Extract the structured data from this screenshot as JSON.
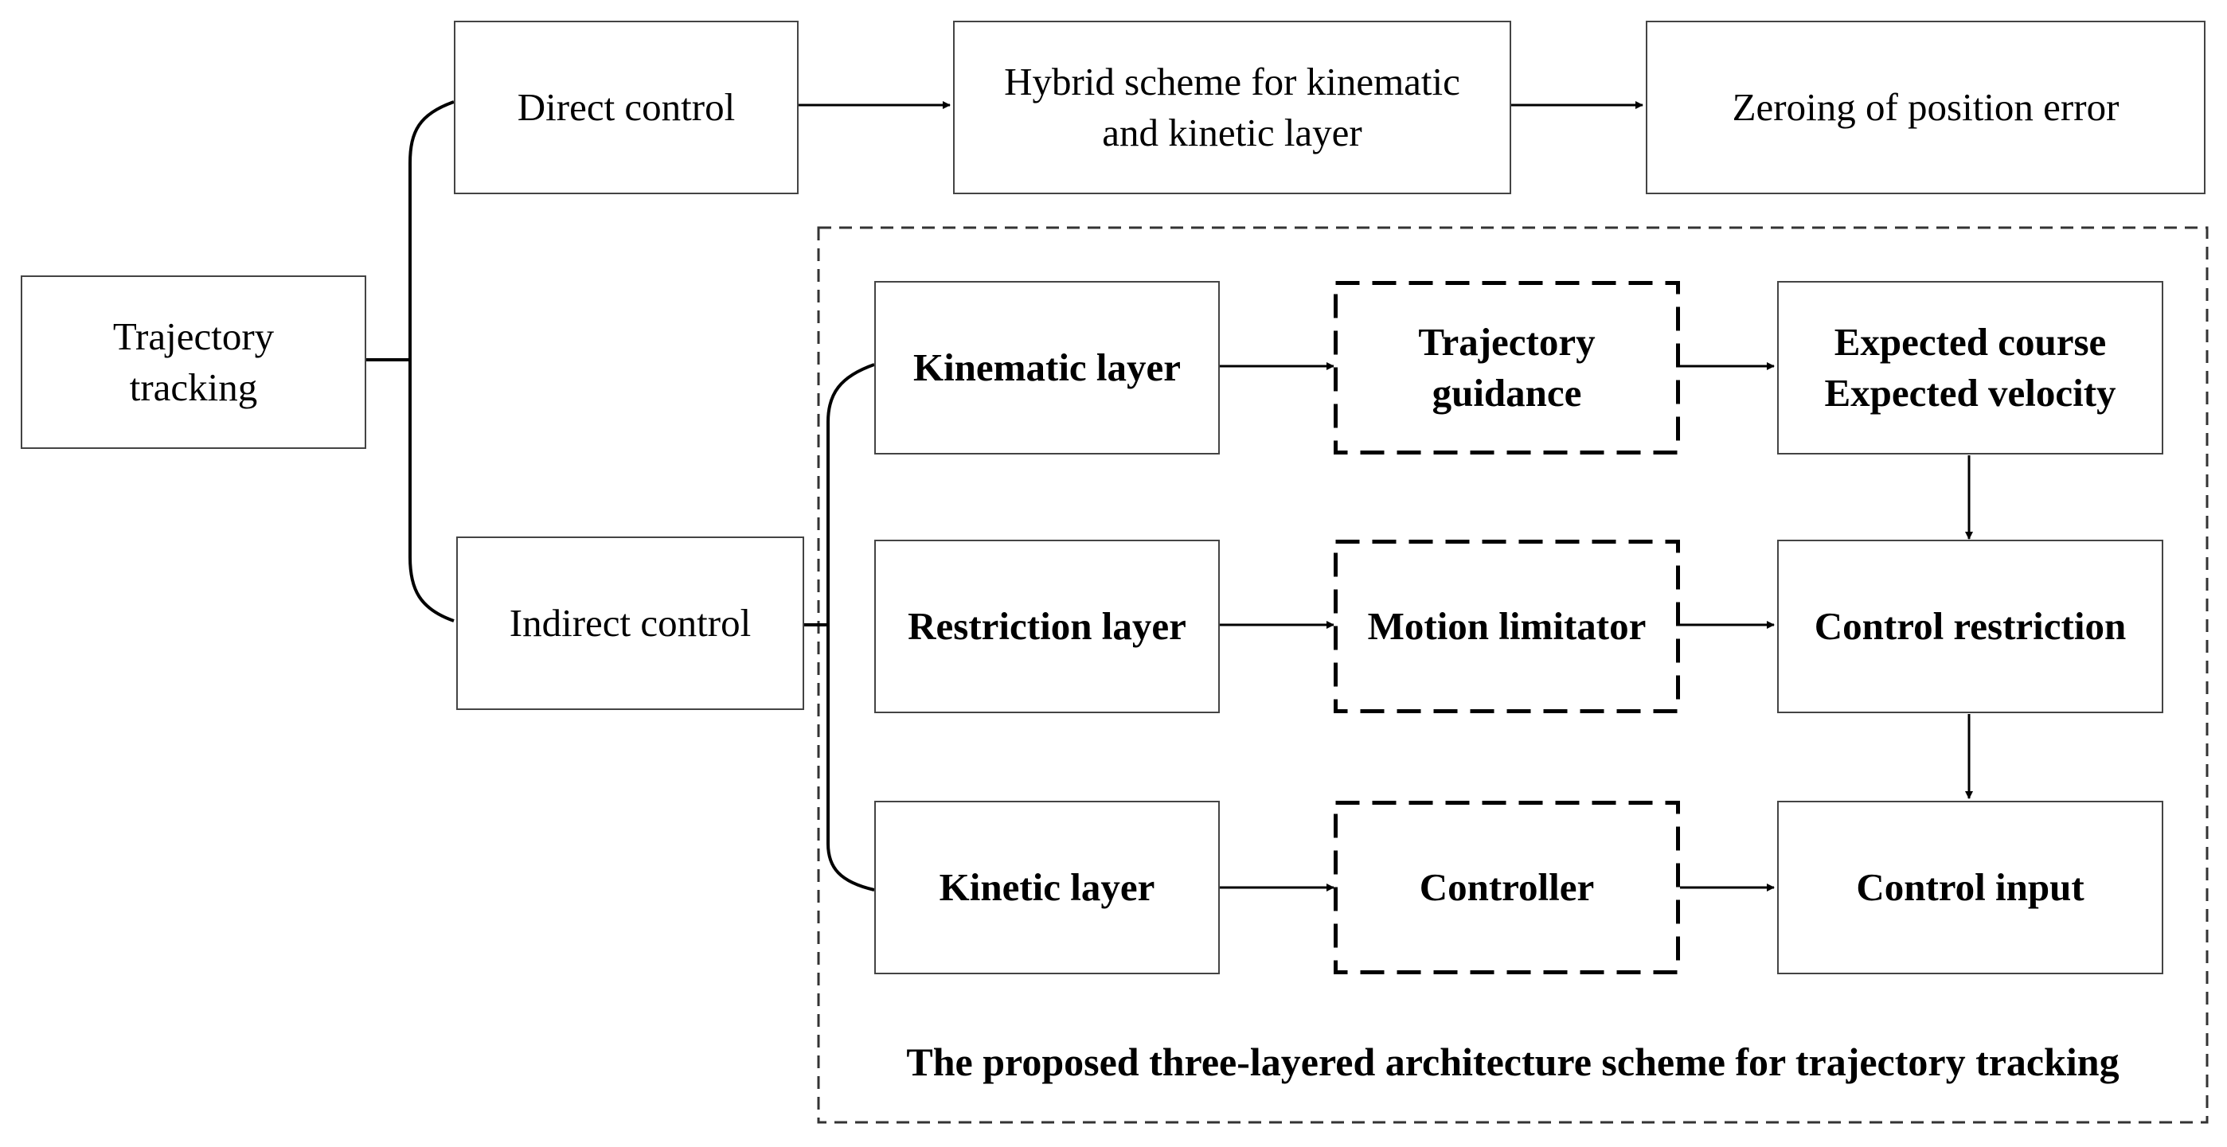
{
  "nodes": {
    "trajectory_tracking": "Trajectory\ntracking",
    "direct_control": "Direct control",
    "indirect_control": "Indirect control",
    "hybrid_scheme": "Hybrid scheme for kinematic\nand kinetic layer",
    "zeroing": "Zeroing of position error",
    "kinematic_layer": "Kinematic layer",
    "restriction_layer": "Restriction layer",
    "kinetic_layer": "Kinetic layer",
    "trajectory_guidance": "Trajectory\nguidance",
    "motion_limitator": "Motion limitator",
    "controller": "Controller",
    "expected_course_velocity": "Expected course\nExpected velocity",
    "control_restriction": "Control restriction",
    "control_input": "Control input"
  },
  "caption": "The proposed three-layered architecture scheme for trajectory tracking"
}
